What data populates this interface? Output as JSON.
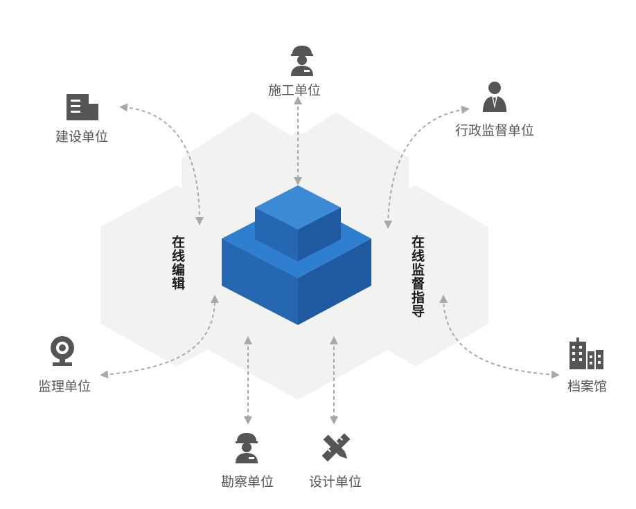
{
  "colors": {
    "background_hex": "#f2f2f0",
    "cube_top": "#2f7fd0",
    "cube_left": "#2567b0",
    "cube_right": "#1f5aa0",
    "icon": "#555555",
    "connector": "#a8a8a8"
  },
  "center": {
    "left_caption": "在线编辑",
    "right_caption": "在线监督指导"
  },
  "nodes": {
    "construction": {
      "label": "施工单位",
      "icon": "worker-helmet-icon"
    },
    "developer": {
      "label": "建设单位",
      "icon": "office-building-icon"
    },
    "administrative": {
      "label": "行政监督单位",
      "icon": "businessman-icon"
    },
    "supervision": {
      "label": "监理单位",
      "icon": "webcam-icon"
    },
    "archive": {
      "label": "档案馆",
      "icon": "city-buildings-icon"
    },
    "survey": {
      "label": "勘察单位",
      "icon": "worker-helmet-icon"
    },
    "design": {
      "label": "设计单位",
      "icon": "pencil-ruler-icon"
    }
  }
}
